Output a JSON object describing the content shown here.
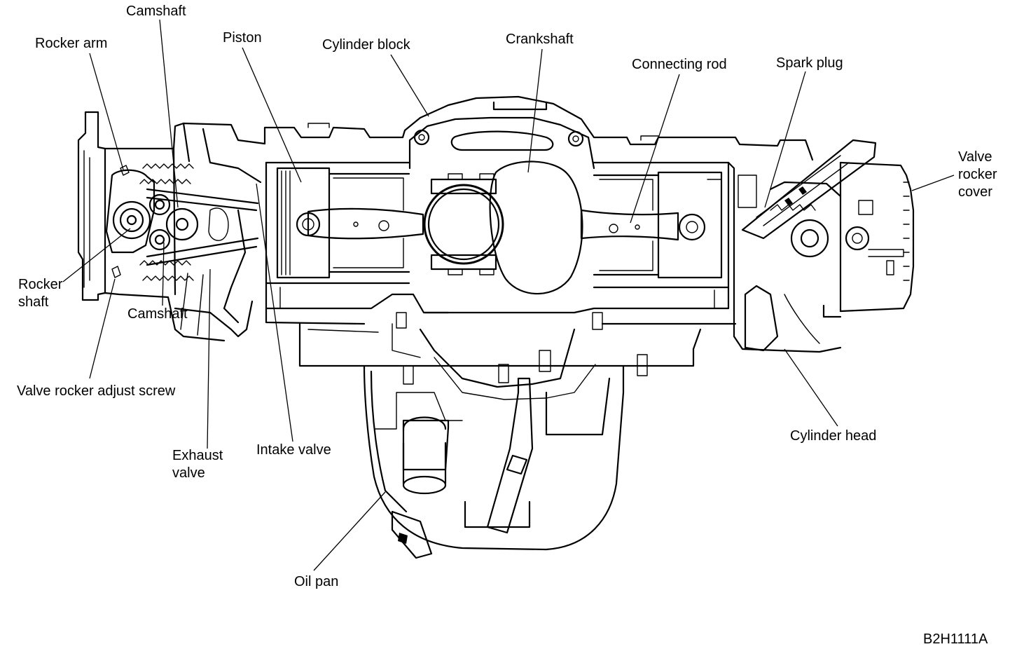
{
  "figure_code": "B2H1111A",
  "labels": {
    "camshaft_top": "Camshaft",
    "rocker_arm": "Rocker arm",
    "piston": "Piston",
    "cylinder_block": "Cylinder block",
    "crankshaft": "Crankshaft",
    "connecting_rod": "Connecting rod",
    "spark_plug": "Spark plug",
    "valve_rocker_cover": "Valve\nrocker\ncover",
    "rocker_shaft": "Rocker\nshaft",
    "camshaft_bottom": "Camshaft",
    "valve_rocker_adjust_screw": "Valve rocker adjust screw",
    "exhaust_valve": "Exhaust\nvalve",
    "intake_valve": "Intake valve",
    "cylinder_head": "Cylinder head",
    "oil_pan": "Oil pan"
  }
}
